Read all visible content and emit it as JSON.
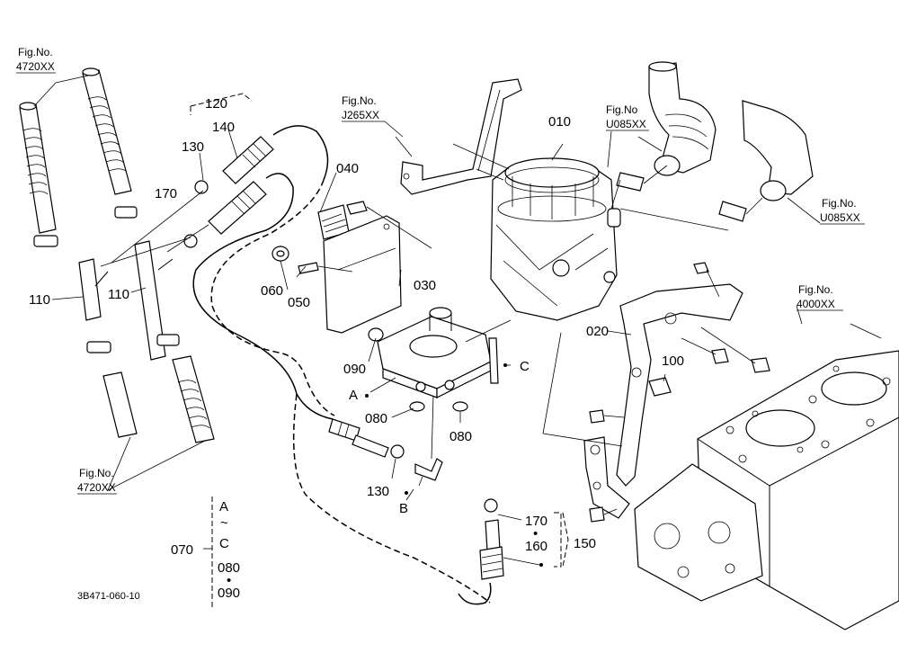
{
  "diagram_code": "3B471-060-10",
  "callouts": {
    "p010": "010",
    "p020": "020",
    "p030": "030",
    "p040": "040",
    "p050": "050",
    "p060": "060",
    "p070": "070",
    "p080a": "080",
    "p080b": "080",
    "p090": "090",
    "p100": "100",
    "p110a": "110",
    "p110b": "110",
    "p120": "120",
    "p130a": "130",
    "p130b": "130",
    "p140": "140",
    "p150": "150",
    "p160": "160",
    "p170a": "170",
    "p170b": "170",
    "pA": "A",
    "pB": "B",
    "pC": "C"
  },
  "kit_070": {
    "a": "A",
    "tilde": "~",
    "c": "C",
    "p080": "080",
    "dot": "•",
    "p090": "090"
  },
  "kit_150": {
    "p170": "170",
    "dot": "•",
    "p160": "160"
  },
  "fig_refs": {
    "f4720_top": {
      "label": "Fig.No.",
      "number": "4720XX"
    },
    "f4720_bot": {
      "label": "Fig.No.",
      "number": "4720XX"
    },
    "fJ265": {
      "label": "Fig.No.",
      "number": "J265XX"
    },
    "fU085_a": {
      "label": "Fig.No",
      "number": "U085XX"
    },
    "fU085_b": {
      "label": "Fig.No.",
      "number": "U085XX"
    },
    "f4000": {
      "label": "Fig.No.",
      "number": "4000XX"
    }
  }
}
